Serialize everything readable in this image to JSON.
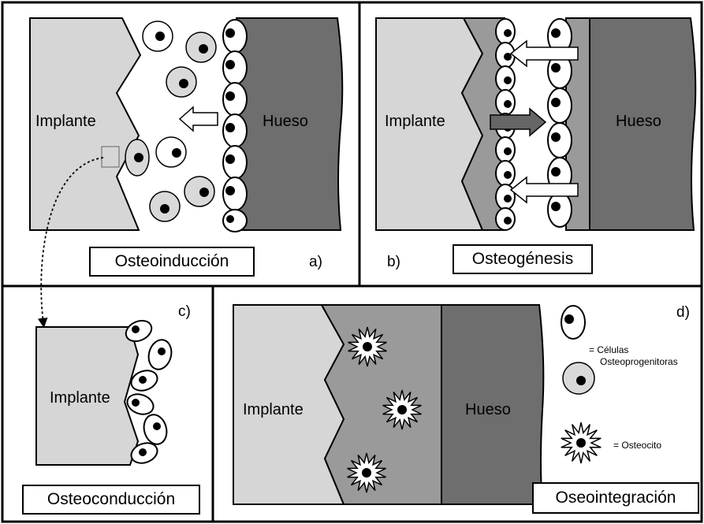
{
  "panels": {
    "a": {
      "tag": "a)",
      "title": "Osteoinducción",
      "implant": "Implante",
      "bone": "Hueso"
    },
    "b": {
      "tag": "b)",
      "title": "Osteogénesis",
      "implant": "Implante",
      "bone": "Hueso"
    },
    "c": {
      "tag": "c)",
      "title": "Osteoconducción",
      "implant": "Implante"
    },
    "d": {
      "tag": "d)",
      "title": "Oseointegración",
      "implant": "Implante",
      "bone": "Hueso"
    }
  },
  "legend": {
    "cells_line1": "= Células",
    "cells_line2": "Osteoprogenitoras",
    "osteocyte": "= Osteocito"
  },
  "colors": {
    "implant": "#d6d6d6",
    "bone": "#6e6e6e",
    "tissue": "#9a9a9a",
    "cell_fill": "#ffffff",
    "cell_alt_fill": "#d9d9d9"
  }
}
